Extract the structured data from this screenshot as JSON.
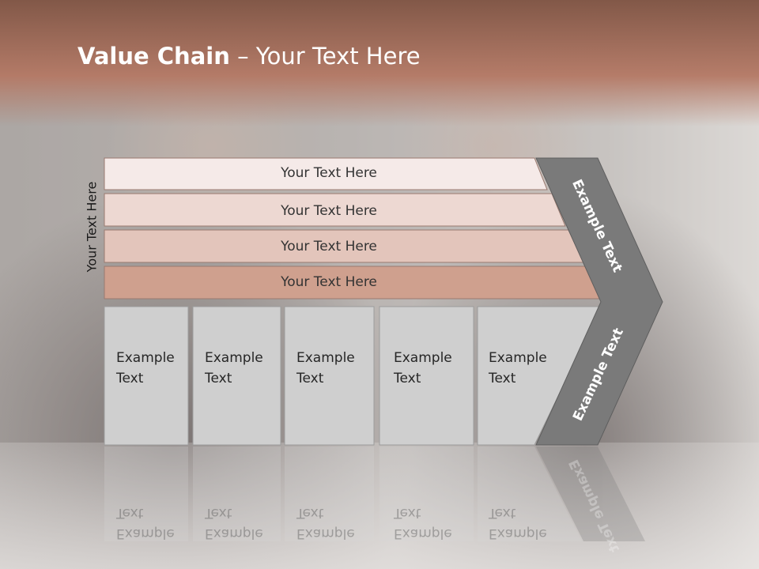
{
  "slide": {
    "title_bold": "Value Chain",
    "title_rest": " – Your Text Here",
    "side_label": "Your Text Here"
  },
  "bars": [
    {
      "label": "Your Text Here",
      "color": "#f5eae8"
    },
    {
      "label": "Your Text Here",
      "color": "#edd8d2"
    },
    {
      "label": "Your Text Here",
      "color": "#e3c5bb"
    },
    {
      "label": "Your Text Here",
      "color": "#cfa08e"
    }
  ],
  "columns": [
    {
      "line1": "Example",
      "line2": "Text"
    },
    {
      "line1": "Example",
      "line2": "Text"
    },
    {
      "line1": "Example",
      "line2": "Text"
    },
    {
      "line1": "Example",
      "line2": "Text"
    },
    {
      "line1": "Example",
      "line2": "Text"
    }
  ],
  "chevron": {
    "upper_label": "Example Text",
    "lower_label": "Example Text",
    "color": "#7a7a7a"
  }
}
